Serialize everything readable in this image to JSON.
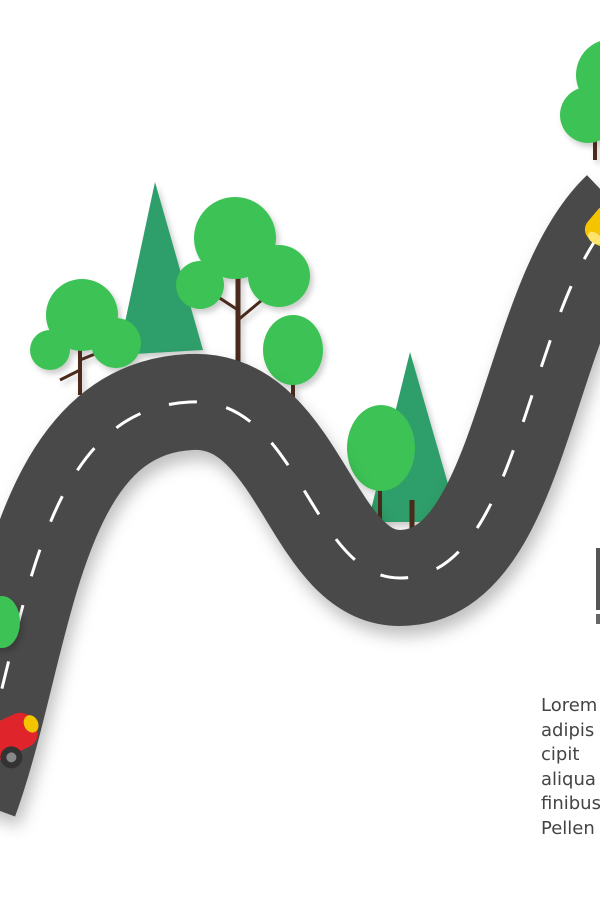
{
  "colors": {
    "road": "#4a4a4a",
    "dash": "#ffffff",
    "tree_leaf": "#3cc255",
    "tree_dark": "#2f9e6b",
    "trunk": "#4a2a1a",
    "car_red": "#e0242b",
    "car_yellow": "#f5c400"
  },
  "icons": [
    "road-illustration",
    "tree-icon",
    "pine-tree-icon",
    "red-car-icon",
    "yellow-car-icon"
  ],
  "text_lines": [
    "Lorem",
    "adipis",
    "cipit",
    "aliqua",
    "finibus",
    "Pellen"
  ]
}
